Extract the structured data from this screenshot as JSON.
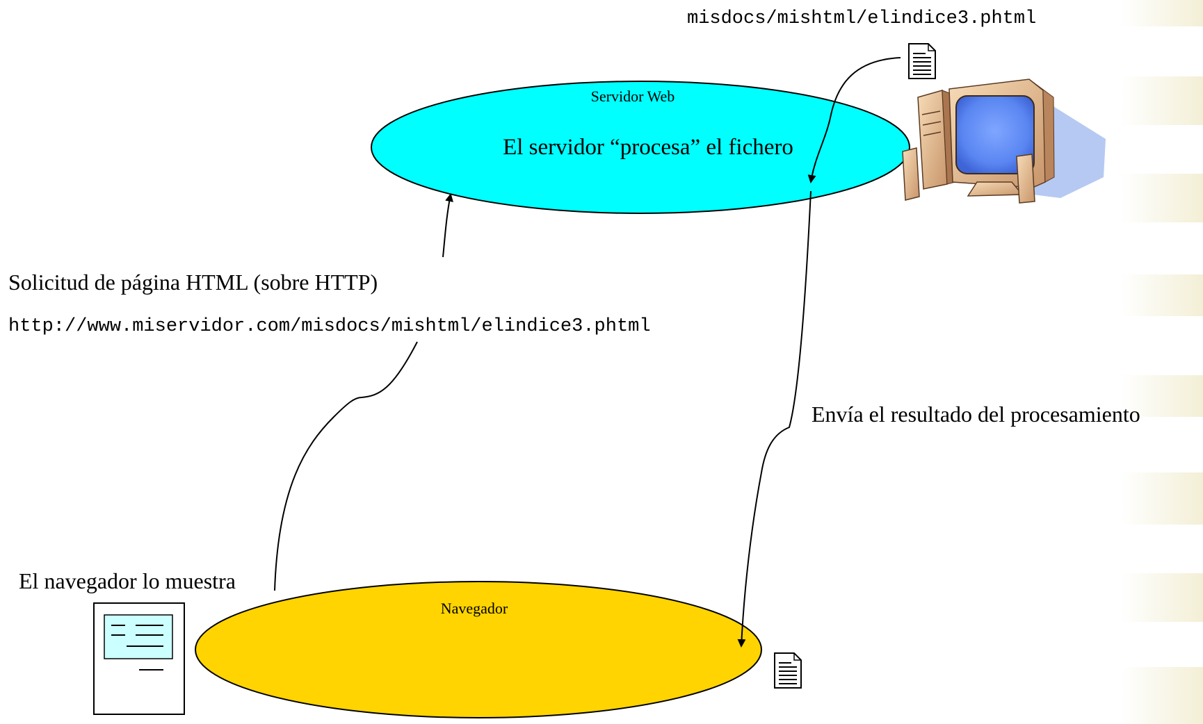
{
  "diagram": {
    "file_path": "misdocs/mishtml/elindice3.phtml",
    "server": {
      "label": "Servidor Web",
      "description": "El servidor “procesa” el fichero",
      "color": "#00FFFF"
    },
    "request": {
      "label": "Solicitud de página HTML (sobre HTTP)",
      "url": "http://www.miservidor.com/misdocs/mishtml/elindice3.phtml"
    },
    "response": {
      "label": "Envía el resultado del procesamiento"
    },
    "browser": {
      "label": "Navegador",
      "shows_label": "El navegador lo muestra",
      "color": "#FFD400"
    },
    "icons": [
      "document-icon",
      "server-computer-icon",
      "browser-window-icon"
    ]
  }
}
